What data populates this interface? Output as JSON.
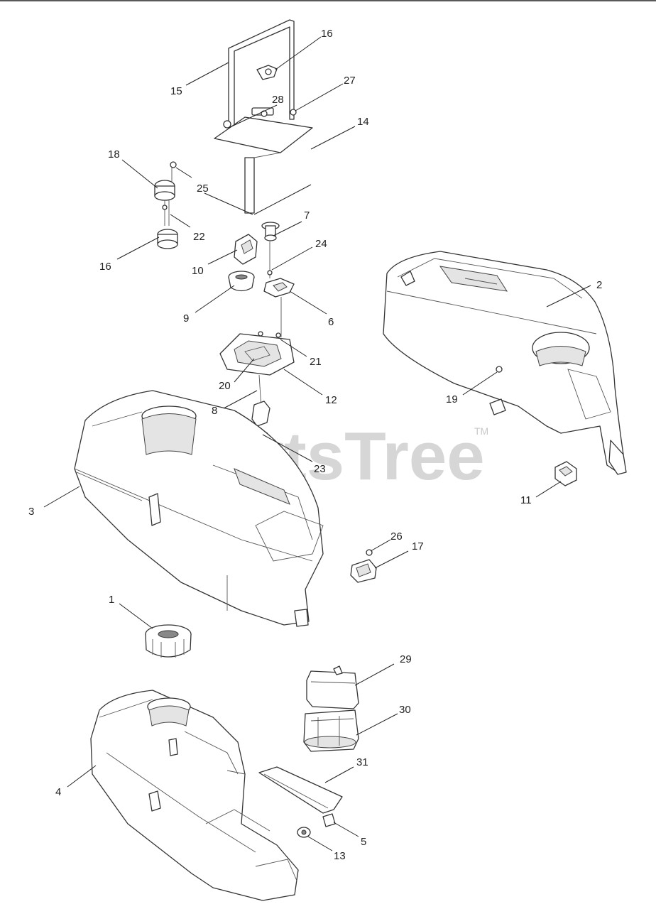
{
  "watermark": {
    "text": "PartsTree",
    "mark": "TM"
  },
  "callouts": {
    "c1": "1",
    "c2": "2",
    "c3": "3",
    "c4": "4",
    "c5": "5",
    "c6": "6",
    "c7": "7",
    "c8": "8",
    "c9": "9",
    "c10": "10",
    "c11": "11",
    "c12": "12",
    "c13": "13",
    "c14": "14",
    "c15": "15",
    "c16a": "16",
    "c16b": "16",
    "c17": "17",
    "c18": "18",
    "c19": "19",
    "c20": "20",
    "c21": "21",
    "c22": "22",
    "c23": "23",
    "c24": "24",
    "c25": "25",
    "c26": "26",
    "c27": "27",
    "c28": "28",
    "c29": "29",
    "c30": "30",
    "c31": "31"
  }
}
